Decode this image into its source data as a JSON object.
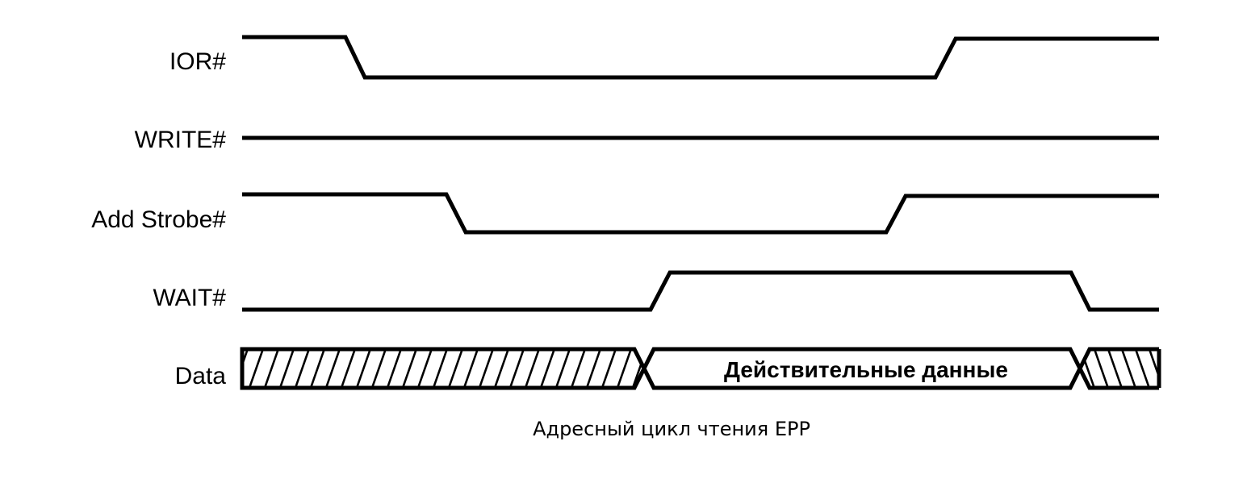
{
  "signals": [
    {
      "id": "ior",
      "label": "IOR#"
    },
    {
      "id": "write",
      "label": "WRITE#"
    },
    {
      "id": "addstrobe",
      "label": "Add Strobe#"
    },
    {
      "id": "wait",
      "label": "WAIT#"
    },
    {
      "id": "data",
      "label": "Data"
    }
  ],
  "data_bus": {
    "valid_label": "Действительные данные"
  },
  "caption": "Адресный цикл чтения EPP"
}
